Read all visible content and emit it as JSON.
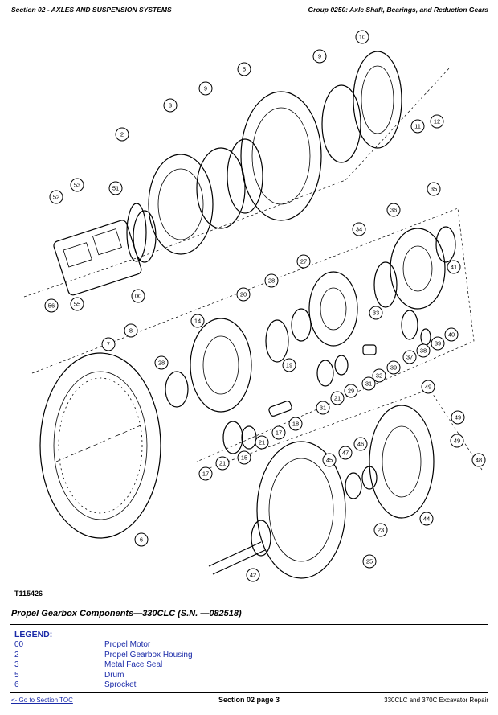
{
  "header": {
    "section": "Section 02 - AXLES AND SUSPENSION SYSTEMS",
    "group": "Group 0250: Axle Shaft, Bearings, and Reduction Gears"
  },
  "figure": {
    "id": "T115426",
    "caption": "Propel Gearbox Components—330CLC (S.N. —082518)",
    "callouts": [
      "00",
      "2",
      "3",
      "5",
      "6",
      "7",
      "8",
      "9",
      "10",
      "11",
      "12",
      "14",
      "15",
      "17",
      "18",
      "19",
      "20",
      "21",
      "23",
      "25",
      "27",
      "28",
      "29",
      "31",
      "32",
      "33",
      "34",
      "35",
      "36",
      "37",
      "38",
      "39",
      "40",
      "41",
      "42",
      "44",
      "45",
      "46",
      "47",
      "48",
      "49",
      "51",
      "52",
      "53",
      "55",
      "56"
    ]
  },
  "legend": {
    "title": "LEGEND:",
    "items": [
      {
        "code": "00",
        "label": "Propel Motor"
      },
      {
        "code": "2",
        "label": "Propel Gearbox Housing"
      },
      {
        "code": "3",
        "label": "Metal Face Seal"
      },
      {
        "code": "5",
        "label": "Drum"
      },
      {
        "code": "6",
        "label": "Sprocket"
      }
    ]
  },
  "footer": {
    "toc_link": "<- Go to Section TOC",
    "page": "Section 02 page 3",
    "model": "330CLC and 370C Excavator Repair"
  }
}
